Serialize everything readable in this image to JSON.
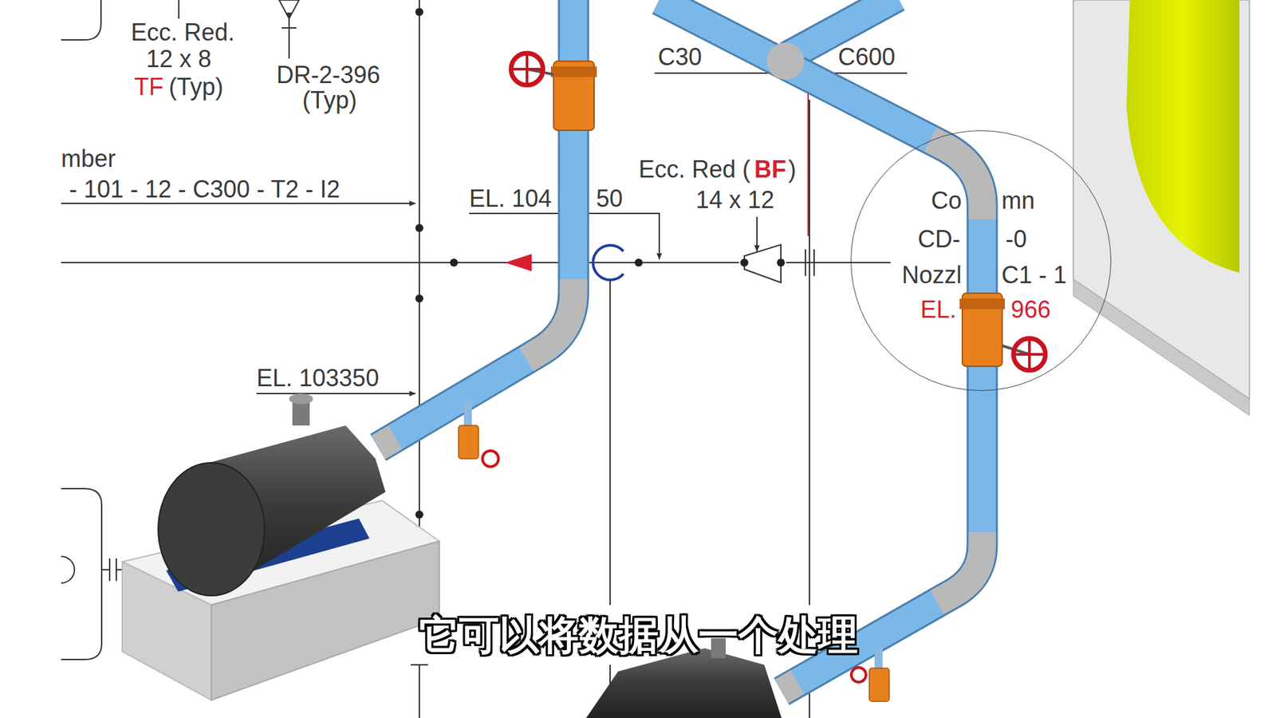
{
  "diagram": {
    "caption": "它可以将数据从一个处理",
    "nodes": [
      {
        "text": [
          "Co",
          "mn",
          "CD-",
          "-0",
          "Nozzl",
          "C1 - 1",
          "EL.",
          "966"
        ]
      }
    ],
    "labels": [
      "Ecc. Red.",
      "12 x 8",
      "TF",
      "(Typ)",
      "DR-2-396",
      "(Typ)",
      "C30",
      "C600",
      "mber",
      "- 101 - 12 - C300 - T2 - I2",
      "EL. 104",
      "50",
      "Ecc. Red (",
      "BF",
      ")",
      "14 x 12",
      "EL. 103350"
    ]
  }
}
